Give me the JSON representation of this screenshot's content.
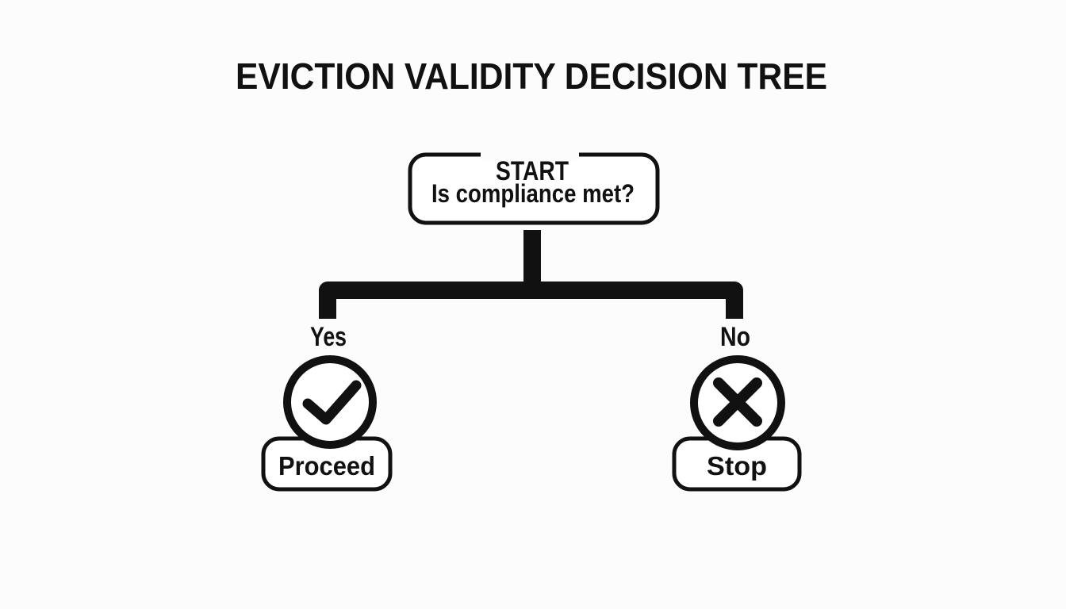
{
  "title": "EVICTION VALIDITY DECISION TREE",
  "colors": {
    "ink": "#111111",
    "background": "#fcfcfc",
    "paper": "#ffffff"
  },
  "tree": {
    "root": {
      "label": "START",
      "question": "Is compliance met?"
    },
    "branches": [
      {
        "answer": "Yes",
        "icon": "check-icon",
        "outcome": "Proceed"
      },
      {
        "answer": "No",
        "icon": "x-icon",
        "outcome": "Stop"
      }
    ]
  }
}
